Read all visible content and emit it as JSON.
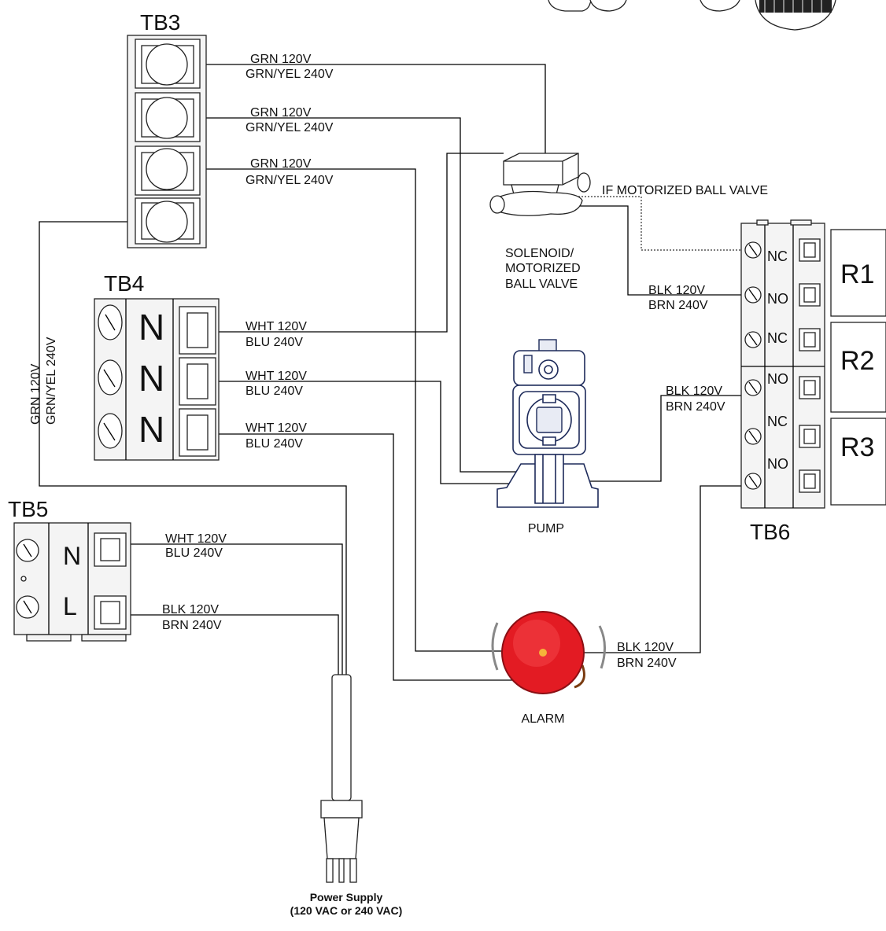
{
  "terminal_blocks": {
    "tb3": "TB3",
    "tb4": "TB4",
    "tb5": "TB5",
    "tb6": "TB6"
  },
  "tb4_letters": [
    "N",
    "N",
    "N"
  ],
  "tb5_letters": [
    "N",
    "L"
  ],
  "tb6_contacts": [
    "NC",
    "NO",
    "NC",
    "NO",
    "NC",
    "NO"
  ],
  "relays": [
    "R1",
    "R2",
    "R3"
  ],
  "wire_labels": {
    "ground_120": "GRN 120V",
    "ground_240": "GRN/YEL 240V",
    "neutral_120": "WHT 120V",
    "neutral_240": "BLU 240V",
    "hot_120": "BLK 120V",
    "hot_240": "BRN 240V"
  },
  "components": {
    "valve_line1": "SOLENOID/",
    "valve_line2": "MOTORIZED",
    "valve_line3": "BALL VALVE",
    "motorized_note": "IF MOTORIZED BALL VALVE",
    "pump": "PUMP",
    "alarm": "ALARM"
  },
  "power_supply": {
    "line1": "Power Supply",
    "line2": "(120 VAC or 240 VAC)"
  },
  "colors": {
    "alarm_red": "#e31b23",
    "pump_outline": "#1d2a5a"
  }
}
